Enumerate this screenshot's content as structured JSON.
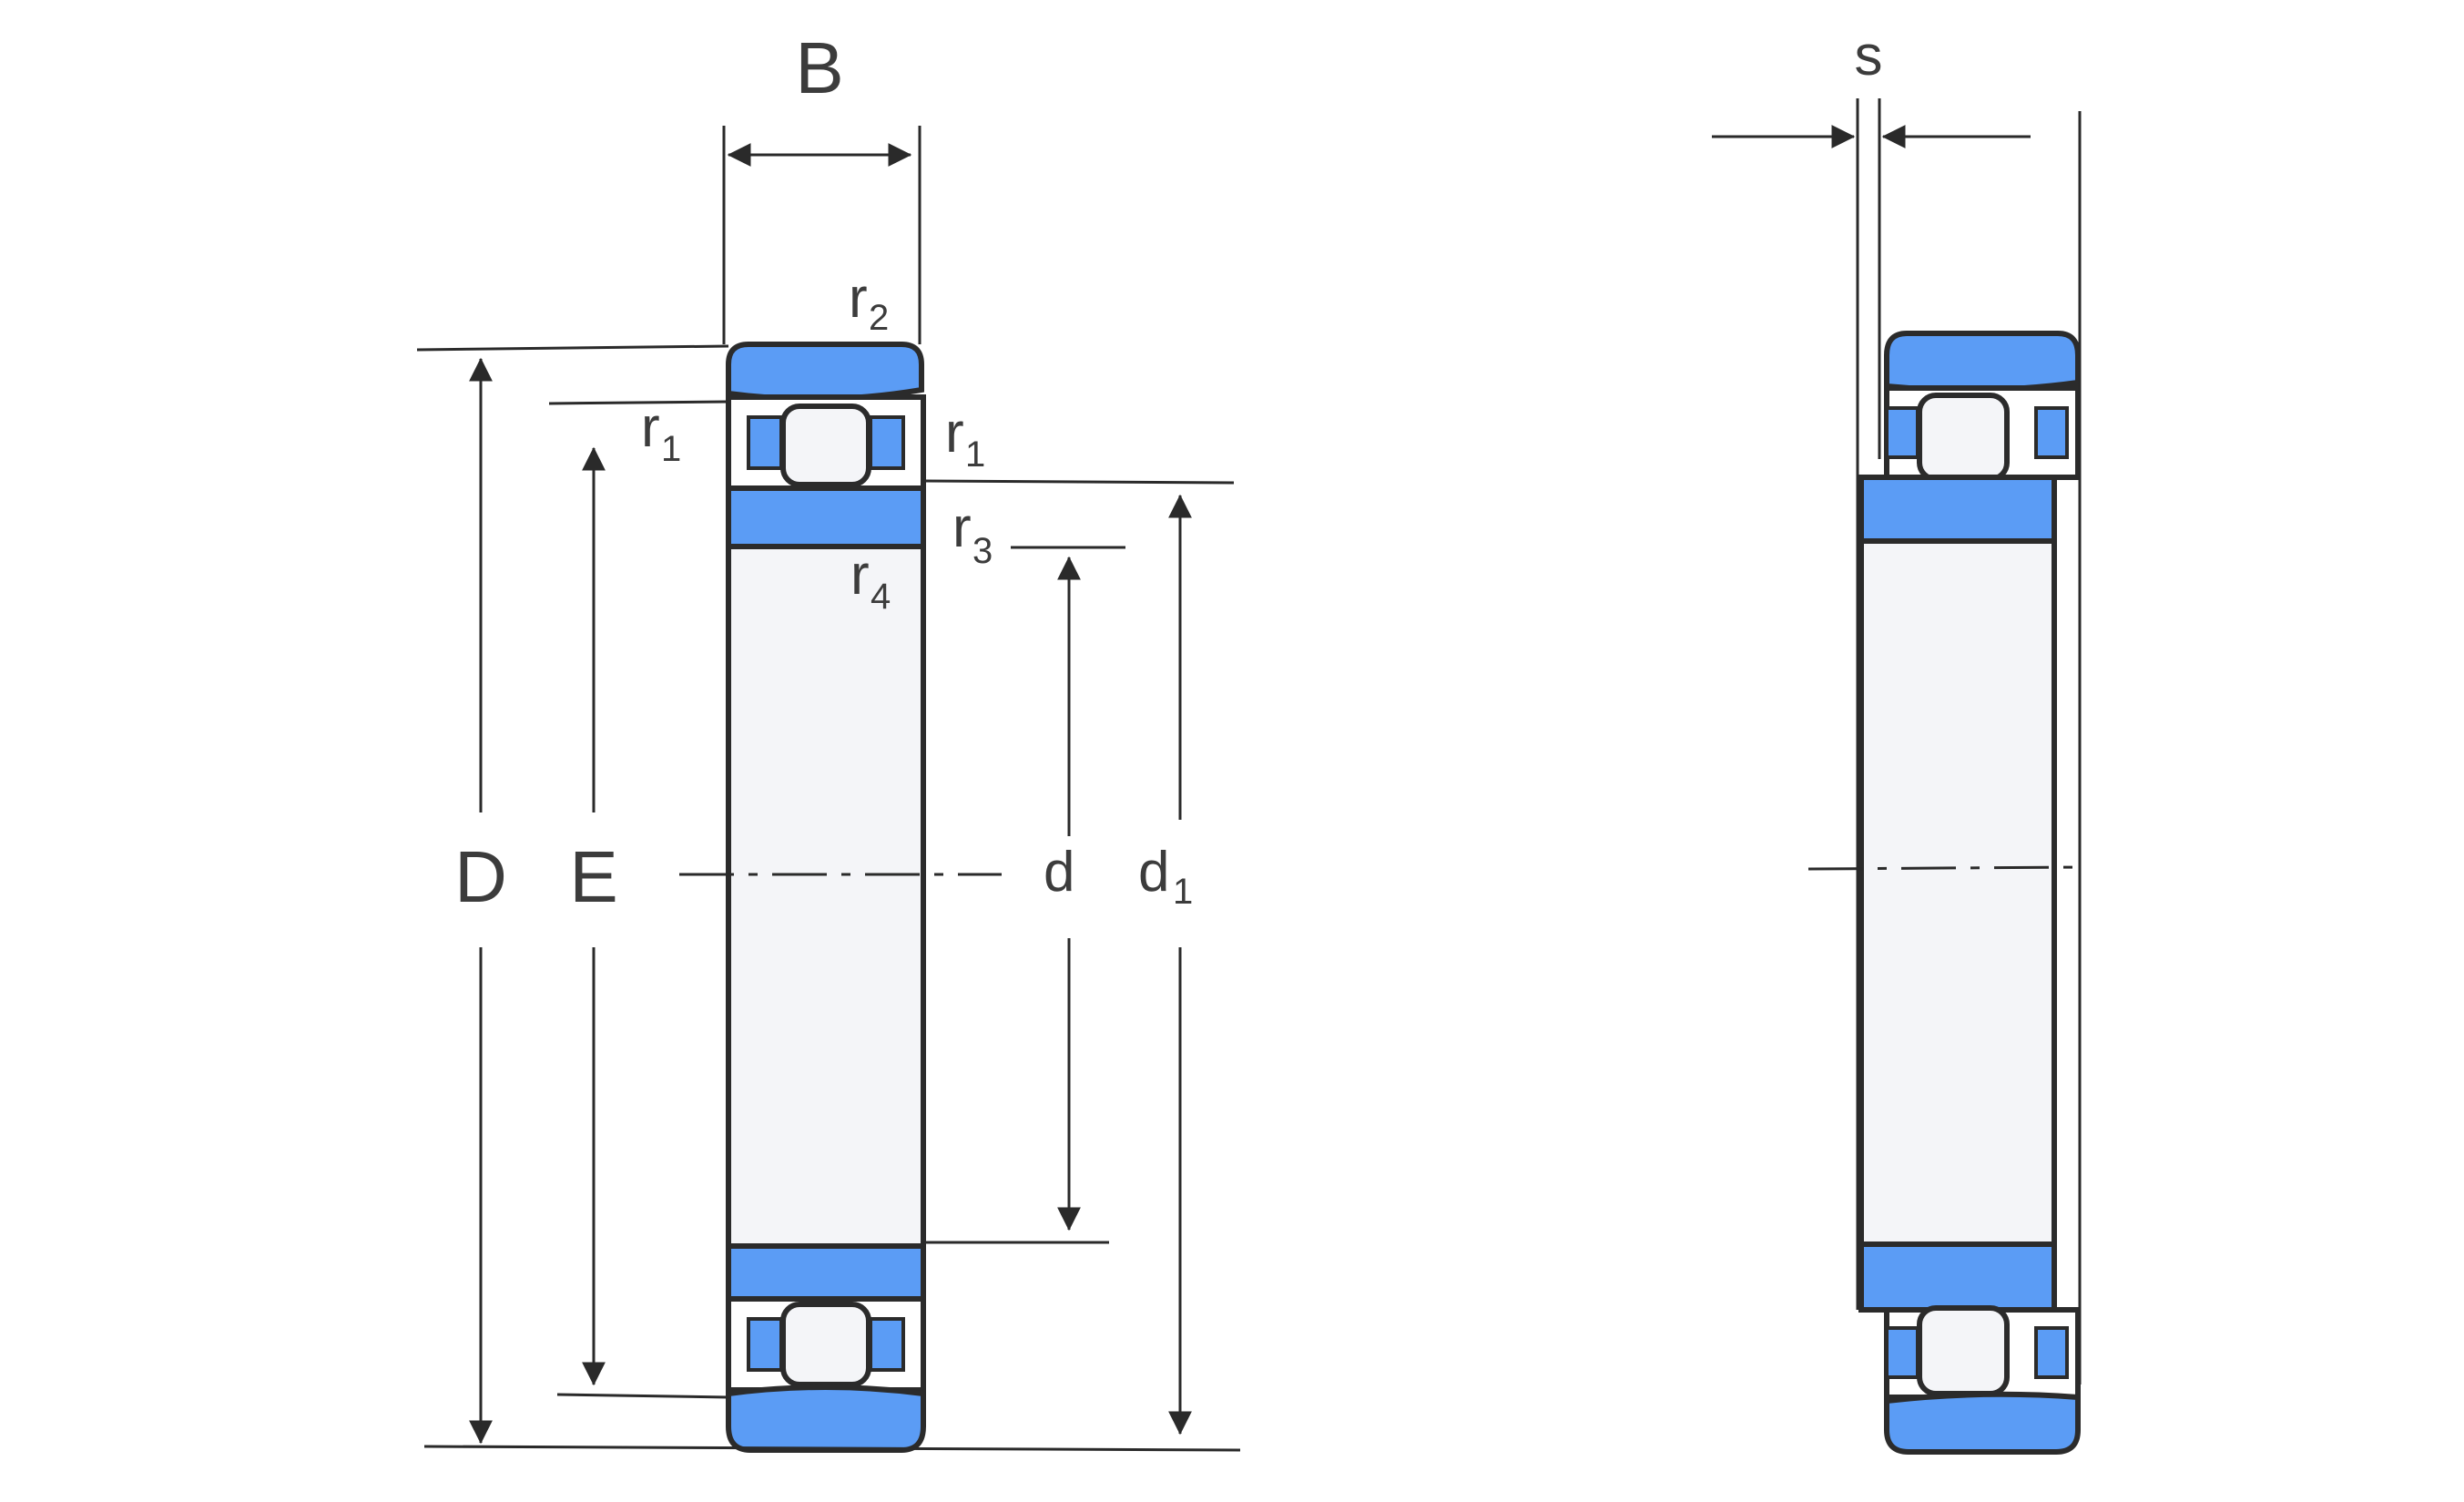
{
  "labels": {
    "B": "B",
    "D": "D",
    "E": "E",
    "d": "d",
    "d1_main": "d",
    "d1_sub": "1",
    "s": "s",
    "r": "r",
    "r1_left_sub": "1",
    "r1_right_sub": "1",
    "r2_sub": "2",
    "r3_sub": "3",
    "r4_sub": "4"
  },
  "colors": {
    "ring_fill": "#5b9cf5",
    "bore_fill": "#f4f5f8",
    "roller_fill": "#f4f5f8",
    "outline": "#2b2b2b"
  }
}
